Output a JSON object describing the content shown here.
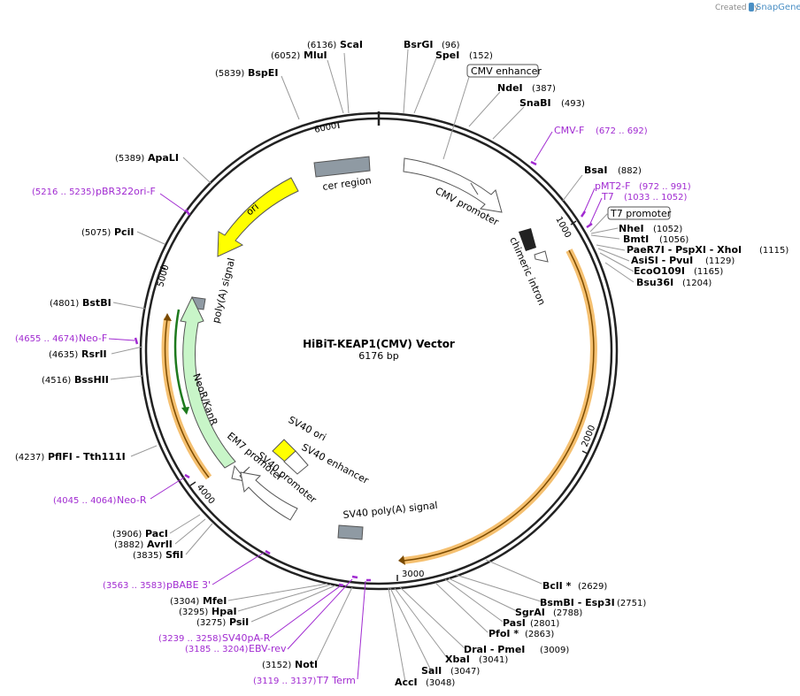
{
  "header": {
    "created_by": "Created by",
    "brand": "SnapGene"
  },
  "map": {
    "name": "HiBiT-KEAP1(CMV) Vector",
    "length": "6176 bp"
  },
  "ticks": [
    {
      "label": "1000"
    },
    {
      "label": "2000"
    },
    {
      "label": "3000"
    },
    {
      "label": "4000"
    },
    {
      "label": "5000"
    },
    {
      "label": "6000"
    }
  ],
  "sites": [
    {
      "name": "ScaI",
      "pos": "(6136)"
    },
    {
      "name": "MluI",
      "pos": "(6052)"
    },
    {
      "name": "BspEI",
      "pos": "(5839)"
    },
    {
      "name": "BsrGI",
      "pos": "(96)"
    },
    {
      "name": "SpeI",
      "pos": "(152)"
    },
    {
      "name": "NdeI",
      "pos": "(387)"
    },
    {
      "name": "SnaBI",
      "pos": "(493)"
    },
    {
      "name": "BsaI",
      "pos": "(882)"
    },
    {
      "name": "NheI",
      "pos": "(1052)"
    },
    {
      "name": "BmtI",
      "pos": "(1056)"
    },
    {
      "name": "PaeR7I - PspXI - XhoI",
      "pos": "(1115)"
    },
    {
      "name": "AsiSI - PvuI",
      "pos": "(1129)"
    },
    {
      "name": "EcoO109I",
      "pos": "(1165)"
    },
    {
      "name": "Bsu36I",
      "pos": "(1204)"
    },
    {
      "name": "ApaLI",
      "pos": "(5389)"
    },
    {
      "name": "PciI",
      "pos": "(5075)"
    },
    {
      "name": "BstBI",
      "pos": "(4801)"
    },
    {
      "name": "RsrII",
      "pos": "(4635)"
    },
    {
      "name": "BssHII",
      "pos": "(4516)"
    },
    {
      "name": "PflFI - Tth111I",
      "pos": "(4237)"
    },
    {
      "name": "PacI",
      "pos": "(3906)"
    },
    {
      "name": "AvrII",
      "pos": "(3882)"
    },
    {
      "name": "SfiI",
      "pos": "(3835)"
    },
    {
      "name": "MfeI",
      "pos": "(3304)"
    },
    {
      "name": "HpaI",
      "pos": "(3295)"
    },
    {
      "name": "PsiI",
      "pos": "(3275)"
    },
    {
      "name": "NotI",
      "pos": "(3152)"
    },
    {
      "name": "AccI",
      "pos": "(3048)"
    },
    {
      "name": "SalI",
      "pos": "(3047)"
    },
    {
      "name": "XbaI",
      "pos": "(3041)"
    },
    {
      "name": "DraI - PmeI",
      "pos": "(3009)"
    },
    {
      "name": "PfoI *",
      "pos": "(2863)"
    },
    {
      "name": "PasI",
      "pos": "(2801)"
    },
    {
      "name": "SgrAI",
      "pos": "(2788)"
    },
    {
      "name": "BsmBI - Esp3I",
      "pos": "(2751)"
    },
    {
      "name": "BclI *",
      "pos": "(2629)"
    }
  ],
  "primers": [
    {
      "name": "CMV-F",
      "pos": "(672 .. 692)"
    },
    {
      "name": "pMT2-F",
      "pos": "(972 .. 991)"
    },
    {
      "name": "T7",
      "pos": "(1033 .. 1052)"
    },
    {
      "name": "pBR322ori-F",
      "pos": "(5216 .. 5235)"
    },
    {
      "name": "Neo-F",
      "pos": "(4655 .. 4674)"
    },
    {
      "name": "Neo-R",
      "pos": "(4045 .. 4064)"
    },
    {
      "name": "pBABE 3'",
      "pos": "(3563 .. 3583)"
    },
    {
      "name": "SV40pA-R",
      "pos": "(3239 .. 3258)"
    },
    {
      "name": "EBV-rev",
      "pos": "(3185 .. 3204)"
    },
    {
      "name": "T7 Term",
      "pos": "(3119 .. 3137)"
    }
  ],
  "boxed_features": [
    {
      "name": "CMV enhancer"
    },
    {
      "name": "T7 promoter"
    }
  ],
  "features": [
    {
      "name": "cer region"
    },
    {
      "name": "CMV promoter"
    },
    {
      "name": "chimeric intron"
    },
    {
      "name": "ori"
    },
    {
      "name": "poly(A) signal"
    },
    {
      "name": "NeoR/KanR"
    },
    {
      "name": "SV40 ori"
    },
    {
      "name": "SV40 enhancer"
    },
    {
      "name": "EM7 promoter"
    },
    {
      "name": "SV40 promoter"
    },
    {
      "name": "SV40 poly(A) signal"
    }
  ],
  "colors": {
    "backbone": "#222222",
    "primer": "#a12bd1",
    "ori": "#ffff00",
    "neo": "#c8f5c8",
    "orf": "#f5b53c",
    "grey_feature": "#8f9aa3",
    "promoter": "#ffffff"
  }
}
